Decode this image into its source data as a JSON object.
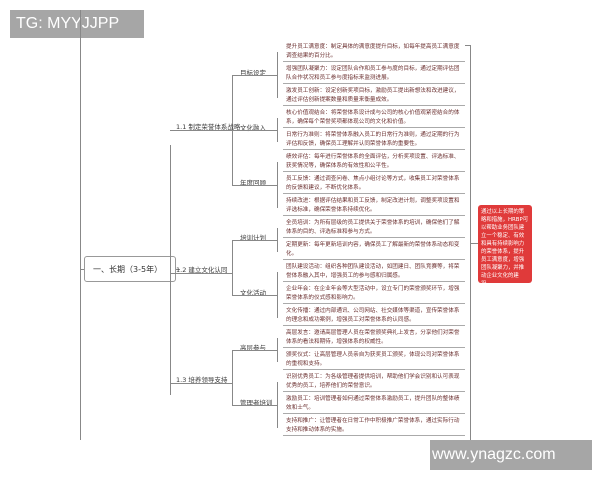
{
  "watermarks": {
    "top": "TG: MYYJJPP",
    "bottom": "www.ynagzc.com"
  },
  "root": "一、长期（3-5年）",
  "branches": [
    {
      "label": "1.1 制定荣誉体系战略",
      "groups": [
        {
          "label": "目标设定",
          "leaves": [
            "提升员工满意度：制定具体的满意度提升目标，如每年提高员工满意度调查结果的百分比。",
            "增强团队凝聚力：设定团队合作和员工参与度的目标，通过定期评估团队合作状况和员工参与度指标来监测进展。",
            "激发员工创新：设定创新奖项目标，激励员工提出新想法和改进建议，通过评估创新提案数量和质量来衡量成效。"
          ]
        },
        {
          "label": "文化融入",
          "leaves": [
            "核心价值观结合：将荣誉体系设计成与公司的核心价值观紧密结合的体系，确保每个荣誉奖项都体现公司的文化和价值。",
            "日常行为准则：将荣誉体系融入员工的日常行为准则，通过定期的行为评估和反馈，确保员工理解并认同荣誉体系的重要性。"
          ]
        },
        {
          "label": "年度回顾",
          "leaves": [
            "绩效评估：每年进行荣誉体系的全面评估，分析奖项设置、评选标准、获奖情况等，确保体系的有效性和公平性。",
            "员工反馈：通过调查问卷、焦点小组讨论等方式，收集员工对荣誉体系的反馈和建议，不断优化体系。",
            "持续改进：根据评估结果和员工反馈，制定改进计划，调整奖项设置和评选标准，确保荣誉体系持续优化。"
          ]
        }
      ]
    },
    {
      "label": "1.2 建立文化认同",
      "groups": [
        {
          "label": "培训计划",
          "leaves": [
            "全员培训：为所有层级的员工提供关于荣誉体系的培训，确保他们了解体系的目的、评选标准和参与方式。",
            "定期更新：每年更新培训内容，确保员工了解最新的荣誉体系动态和变化。"
          ]
        },
        {
          "label": "文化活动",
          "leaves": [
            "团队建设活动：组织各种团队建设活动，如团建日、团队竞赛等，将荣誉体系融入其中，增强员工的参与感和归属感。",
            "企业年会：在企业年会等大型活动中，设立专门的荣誉颁奖环节，增强荣誉体系的仪式感和影响力。",
            "文化传播：通过内部通讯、公司网站、社交媒体等渠道，宣传荣誉体系的理念和成功案例，增强员工对荣誉体系的认同感。"
          ]
        }
      ]
    },
    {
      "label": "1.3 培养领导支持",
      "groups": [
        {
          "label": "高层参与",
          "leaves": [
            "高层发言：邀请高层管理人员在荣誉颁奖典礼上发言，分享他们对荣誉体系的看法和期待，增强体系的权威性。",
            "颁奖仪式：让高层管理人员亲自为获奖员工颁奖，体现公司对荣誉体系的重视和支持。"
          ]
        },
        {
          "label": "管理者培训",
          "leaves": [
            "识别优秀员工：为各级管理者提供培训，帮助他们学会识别和认可表现优秀的员工，培养他们的荣誉意识。",
            "激励员工：培训管理者如何通过荣誉体系激励员工，提升团队的整体绩效和士气。",
            "支持和推广：让管理者在日常工作中积极推广荣誉体系，通过实际行动支持和推动体系的实施。"
          ]
        }
      ]
    }
  ],
  "summary": "通过以上长期的策略和措施，HRBP可以帮助业务团队建立一个稳定、有效和具有持续影响力的荣誉体系，提升员工满意度，增强团队凝聚力，并推动企业文化的建设。",
  "colors": {
    "summary_bg": "#e03a3a",
    "leaf_text": "#6a2e2e",
    "watermark_bg": "#a6a6a6"
  }
}
